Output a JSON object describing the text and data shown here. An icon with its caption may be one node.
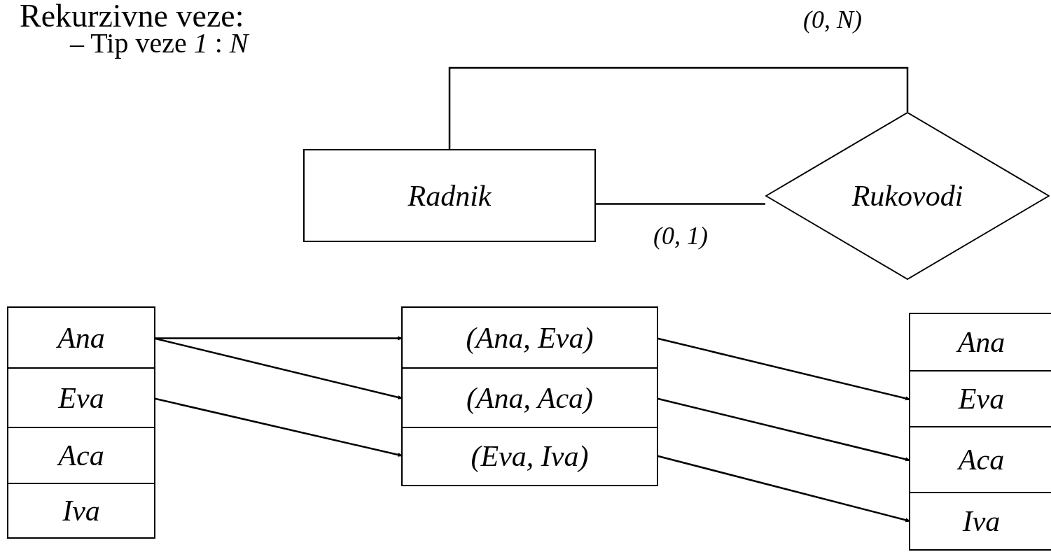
{
  "diagram": {
    "title": "Rekurzivne veze:",
    "nodes": [
      {
        "text": [
          "Radnik"
        ]
      },
      {
        "text": [
          "Rukovodi"
        ]
      },
      {
        "text": [],
        "shape": "box"
      },
      {
        "text": [
          "Ana"
        ],
        "in": 2
      },
      {
        "text": [
          "Eva"
        ],
        "in": 2
      },
      {
        "text": [
          "Aca"
        ],
        "in": 2
      },
      {
        "text": [
          "Iva"
        ],
        "in": 2
      },
      {
        "text": [],
        "shape": "box"
      },
      {
        "text": [
          "(Ana, Eva)"
        ],
        "in": 7
      },
      {
        "text": [
          "(Ana, Aca)"
        ],
        "in": 7
      },
      {
        "text": [
          "(Eva, Iva)"
        ],
        "in": 7
      },
      {
        "text": [],
        "shape": "box"
      },
      {
        "text": [
          "Ana"
        ],
        "in": 11
      },
      {
        "text": [
          "Eva"
        ],
        "in": 11
      },
      {
        "text": [
          "Aca"
        ],
        "in": 11
      },
      {
        "text": [
          "Iva"
        ],
        "in": 11
      }
    ],
    "edges": [
      {
        "from": 0,
        "to": 1,
        "arrow": "none",
        "label": "(0, N)"
      },
      {
        "from": 0,
        "to": 1,
        "arrow": "none",
        "label": "(0, 1)"
      },
      {
        "from": 3,
        "to": 8,
        "arrow": "to"
      },
      {
        "from": 3,
        "to": 9,
        "arrow": "to"
      },
      {
        "from": 4,
        "to": 10,
        "arrow": "to"
      },
      {
        "from": 8,
        "to": 13,
        "arrow": "to"
      },
      {
        "from": 9,
        "to": 14,
        "arrow": "to"
      },
      {
        "from": 10,
        "to": 15,
        "arrow": "to"
      }
    ],
    "labels": [
      "– Tip veze *1* : *N*"
    ]
  }
}
